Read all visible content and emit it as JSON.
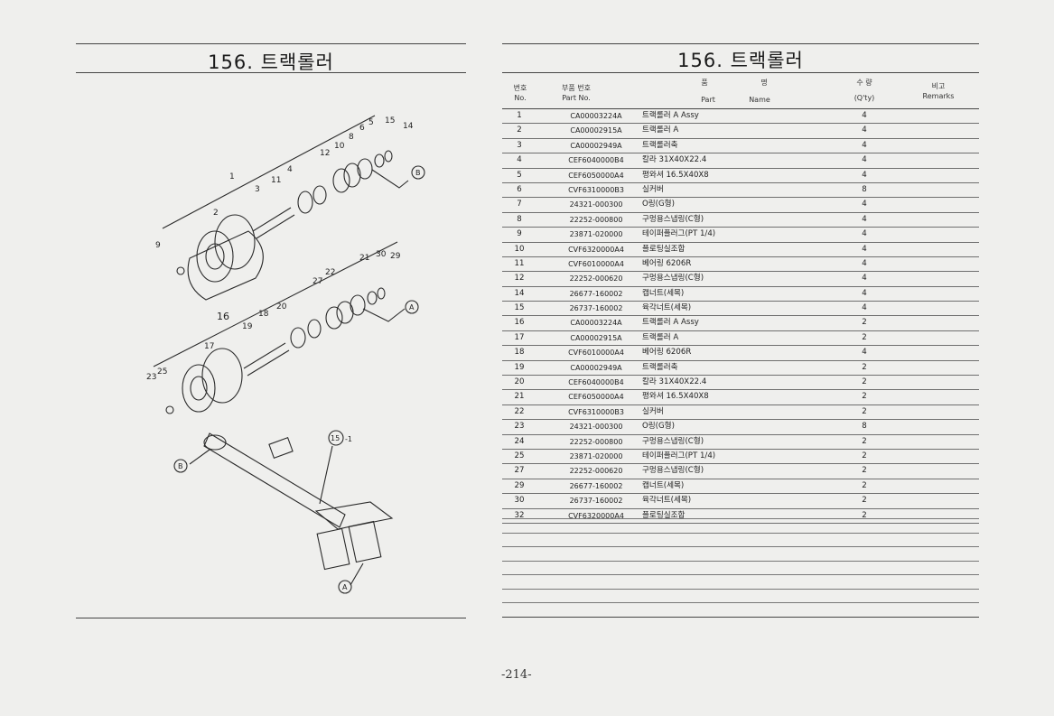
{
  "left_title": "156. 트랙롤러",
  "right_title": "156. 트랙롤러",
  "header": {
    "no_kr": "번호",
    "no_en": "No.",
    "part_no_kr": "부품 번호",
    "part_no_en": "Part No.",
    "name_kr_1": "품",
    "name_kr_2": "명",
    "name_en_1": "Part",
    "name_en_2": "Name",
    "qty_kr": "수 량",
    "qty_en": "(Q'ty)",
    "remarks_kr": "비고",
    "remarks_en": "Remarks"
  },
  "parts": [
    {
      "no": "1",
      "part_no": "CA00003224A",
      "name": "트랙롤러 A Assy",
      "qty": "4"
    },
    {
      "no": "2",
      "part_no": "CA00002915A",
      "name": "트랙롤러 A",
      "qty": "4"
    },
    {
      "no": "3",
      "part_no": "CA00002949A",
      "name": "트랙롤러축",
      "qty": "4"
    },
    {
      "no": "4",
      "part_no": "CEF6040000B4",
      "name": "칼라 31X40X22.4",
      "qty": "4"
    },
    {
      "no": "5",
      "part_no": "CEF6050000A4",
      "name": "평와셔 16.5X40X8",
      "qty": "4"
    },
    {
      "no": "6",
      "part_no": "CVF6310000B3",
      "name": "실커버",
      "qty": "8"
    },
    {
      "no": "7",
      "part_no": "24321-000300",
      "name": "O링(G형)",
      "qty": "4"
    },
    {
      "no": "8",
      "part_no": "22252-000800",
      "name": "구멍용스냅링(C형)",
      "qty": "4"
    },
    {
      "no": "9",
      "part_no": "23871-020000",
      "name": "테이퍼플러그(PT 1/4)",
      "qty": "4"
    },
    {
      "no": "10",
      "part_no": "CVF6320000A4",
      "name": "플로팅실조합",
      "qty": "4"
    },
    {
      "no": "11",
      "part_no": "CVF6010000A4",
      "name": "베어링 6206R",
      "qty": "4"
    },
    {
      "no": "12",
      "part_no": "22252-000620",
      "name": "구멍용스냅링(C형)",
      "qty": "4"
    },
    {
      "no": "14",
      "part_no": "26677-160002",
      "name": "캡너트(세목)",
      "qty": "4"
    },
    {
      "no": "15",
      "part_no": "26737-160002",
      "name": "육각너트(세목)",
      "qty": "4"
    },
    {
      "no": "16",
      "part_no": "CA00003224A",
      "name": "트랙롤러 A Assy",
      "qty": "2"
    },
    {
      "no": "17",
      "part_no": "CA00002915A",
      "name": "트랙롤러 A",
      "qty": "2"
    },
    {
      "no": "18",
      "part_no": "CVF6010000A4",
      "name": "베어링 6206R",
      "qty": "4"
    },
    {
      "no": "19",
      "part_no": "CA00002949A",
      "name": "트랙롤러축",
      "qty": "2"
    },
    {
      "no": "20",
      "part_no": "CEF6040000B4",
      "name": "칼라 31X40X22.4",
      "qty": "2"
    },
    {
      "no": "21",
      "part_no": "CEF6050000A4",
      "name": "평와셔 16.5X40X8",
      "qty": "2"
    },
    {
      "no": "22",
      "part_no": "CVF6310000B3",
      "name": "실커버",
      "qty": "2"
    },
    {
      "no": "23",
      "part_no": "24321-000300",
      "name": "O링(G형)",
      "qty": "8"
    },
    {
      "no": "24",
      "part_no": "22252-000800",
      "name": "구멍용스냅링(C형)",
      "qty": "2"
    },
    {
      "no": "25",
      "part_no": "23871-020000",
      "name": "테이퍼플러그(PT 1/4)",
      "qty": "2"
    },
    {
      "no": "27",
      "part_no": "22252-000620",
      "name": "구멍용스냅링(C형)",
      "qty": "2"
    },
    {
      "no": "29",
      "part_no": "26677-160002",
      "name": "캡너트(세목)",
      "qty": "2"
    },
    {
      "no": "30",
      "part_no": "26737-160002",
      "name": "육각너트(세목)",
      "qty": "2"
    },
    {
      "no": "32",
      "part_no": "CVF6320000A4",
      "name": "플로팅실조합",
      "qty": "2"
    }
  ],
  "diagram": {
    "upper_labels": [
      "1",
      "2",
      "3",
      "4",
      "5",
      "6",
      "8",
      "9",
      "10",
      "11",
      "12",
      "14",
      "15"
    ],
    "lower_labels": [
      "16",
      "17",
      "18",
      "19",
      "20",
      "21",
      "22",
      "23",
      "25",
      "27",
      "29",
      "30"
    ],
    "callout_b": "B",
    "callout_a": "A",
    "ref_15": "15",
    "ref_suffix": "-1"
  },
  "page_number": "-214-"
}
